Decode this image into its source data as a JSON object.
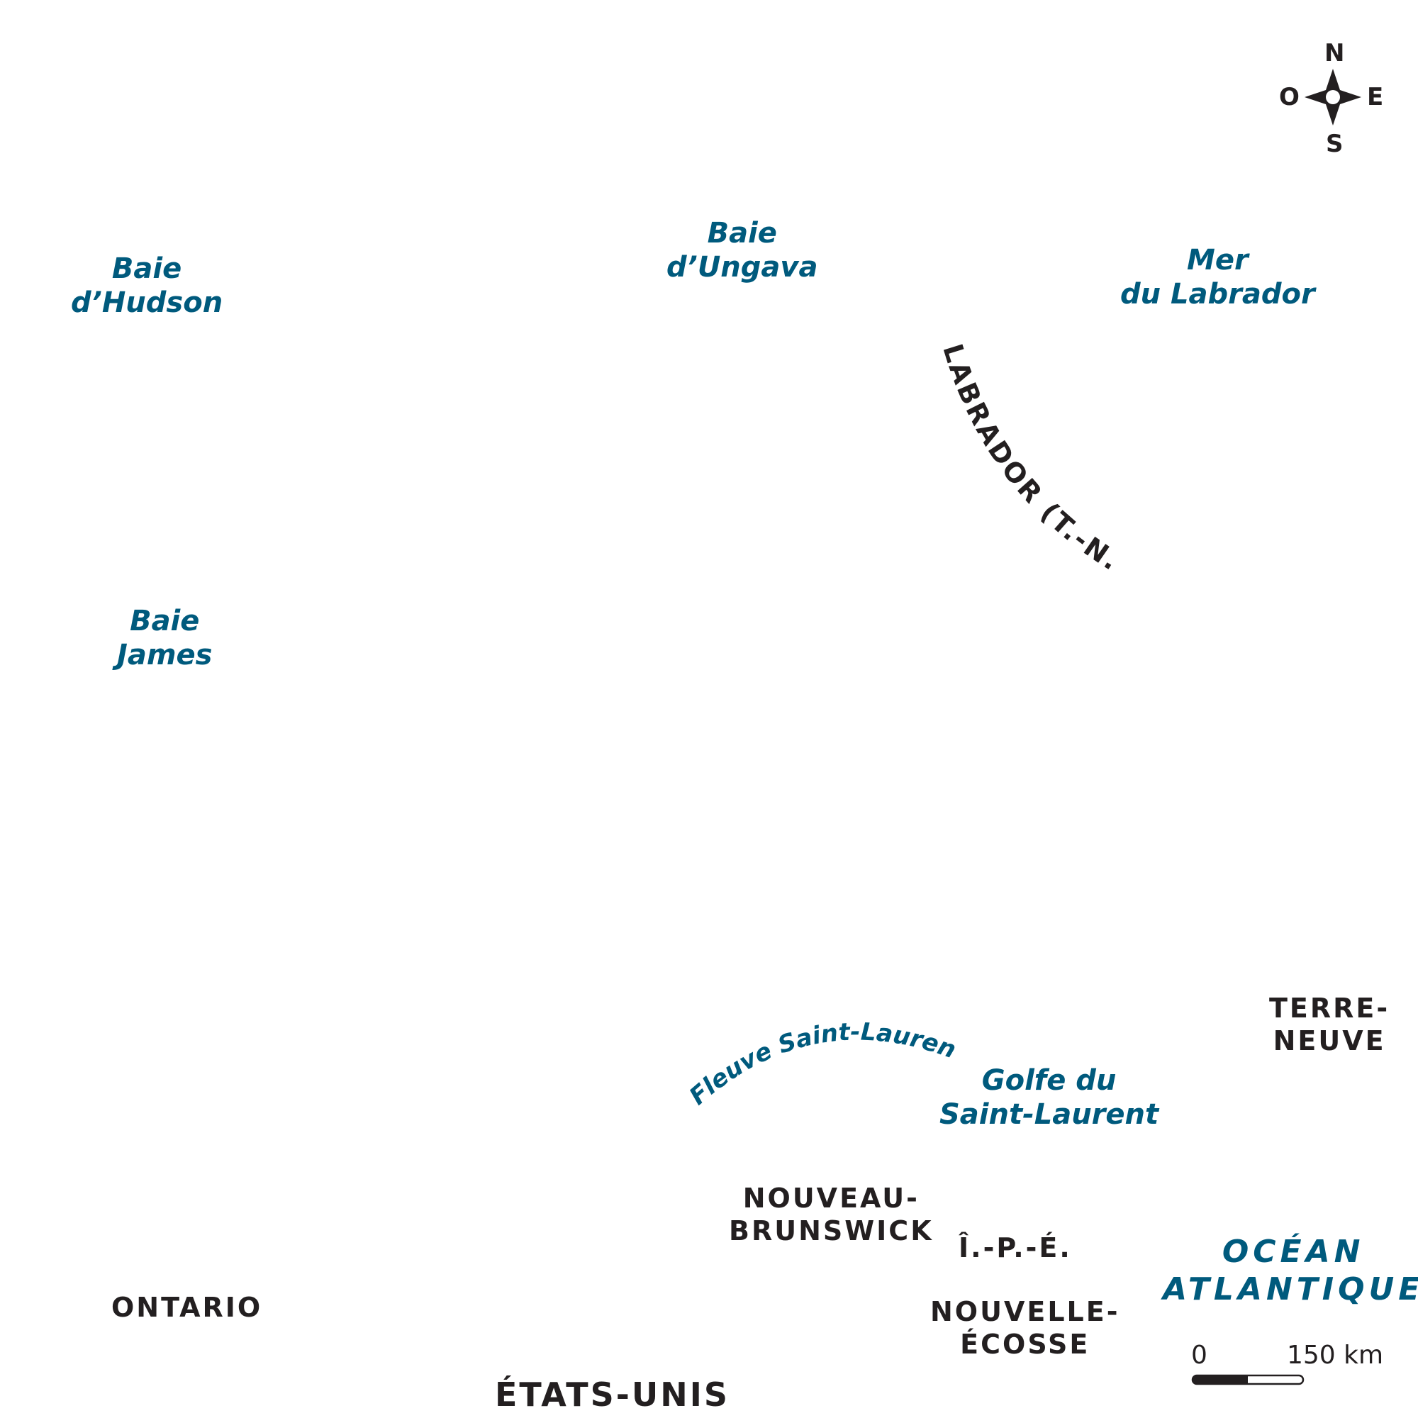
{
  "map": {
    "colors": {
      "water_label": "#005a7d",
      "land_label": "#231f20",
      "background": "#ffffff"
    },
    "water_labels": {
      "hudson": [
        "Baie",
        "d’Hudson"
      ],
      "ungava": [
        "Baie",
        "d’Ungava"
      ],
      "labrador_sea": [
        "Mer",
        "du Labrador"
      ],
      "james": [
        "Baie",
        "James"
      ],
      "gulf": [
        "Golfe du",
        "Saint-Laurent"
      ],
      "river": "Fleuve Saint-Laurent",
      "atlantic": [
        "OCÉAN",
        "ATLANTIQUE"
      ]
    },
    "land_labels": {
      "labrador": "LABRADOR (T.-N.)",
      "newfoundland": [
        "TERRE-",
        "NEUVE"
      ],
      "new_brunswick": [
        "NOUVEAU-",
        "BRUNSWICK"
      ],
      "pei": "Î.-P.-É.",
      "nova_scotia": [
        "NOUVELLE-",
        "ÉCOSSE"
      ],
      "ontario": "ONTARIO",
      "usa": "ÉTATS-UNIS"
    },
    "compass": {
      "north": "N",
      "south": "S",
      "east": "E",
      "west": "O"
    },
    "scale_bar": {
      "start_label": "0",
      "end_label": "150 km",
      "distance_km": 150
    }
  }
}
